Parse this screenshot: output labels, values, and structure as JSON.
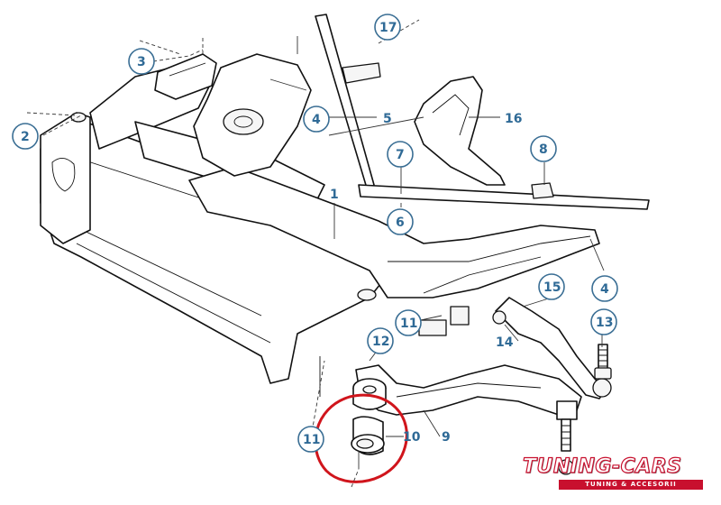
{
  "diagram": {
    "callouts": [
      {
        "id": "c1",
        "label": "1",
        "circled": false
      },
      {
        "id": "c2",
        "label": "2",
        "circled": true
      },
      {
        "id": "c3",
        "label": "3",
        "circled": true
      },
      {
        "id": "c4a",
        "label": "4",
        "circled": true
      },
      {
        "id": "c4b",
        "label": "4",
        "circled": true
      },
      {
        "id": "c5",
        "label": "5",
        "circled": false
      },
      {
        "id": "c6",
        "label": "6",
        "circled": true
      },
      {
        "id": "c7",
        "label": "7",
        "circled": true
      },
      {
        "id": "c8",
        "label": "8",
        "circled": true
      },
      {
        "id": "c9",
        "label": "9",
        "circled": false
      },
      {
        "id": "c10",
        "label": "10",
        "circled": false
      },
      {
        "id": "c11a",
        "label": "11",
        "circled": true
      },
      {
        "id": "c11b",
        "label": "11",
        "circled": true
      },
      {
        "id": "c12",
        "label": "12",
        "circled": true
      },
      {
        "id": "c13",
        "label": "13",
        "circled": true
      },
      {
        "id": "c14",
        "label": "14",
        "circled": false
      },
      {
        "id": "c15",
        "label": "15",
        "circled": true
      },
      {
        "id": "c16",
        "label": "16",
        "circled": false
      },
      {
        "id": "c17",
        "label": "17",
        "circled": true
      }
    ],
    "highlight_color": "#d0151c"
  },
  "logo": {
    "name": "TUNING-CARS",
    "tagline": "TUNING & ACCESORII",
    "brand_color": "#c8102e"
  }
}
